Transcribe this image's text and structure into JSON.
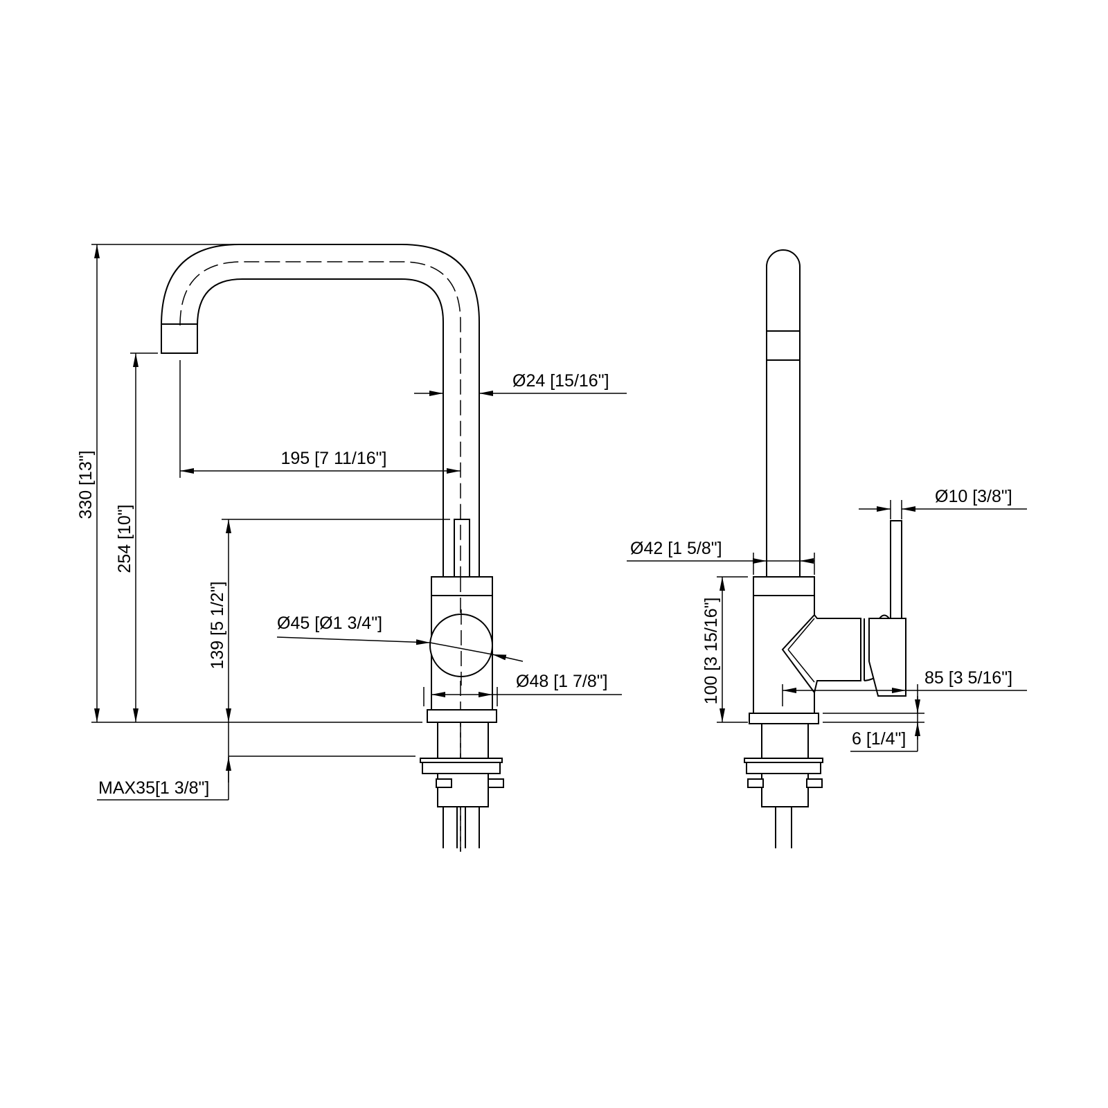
{
  "colors": {
    "line": "#000000",
    "background": "#ffffff"
  },
  "front_view": {
    "dimensions": {
      "total_height": "330 [13\"]",
      "spout_height": "254 [10\"]",
      "handle_height": "139 [5 1/2\"]",
      "max_deck": "MAX35[1 3/8\"]",
      "reach": "195 [7 11/16\"]",
      "spout_diameter": "Ø24 [15/16\"]",
      "handle_diameter": "Ø45 [Ø1 3/4\"]",
      "body_diameter": "Ø48 [1 7/8\"]"
    }
  },
  "side_view": {
    "dimensions": {
      "lever_diameter": "Ø10 [3/8\"]",
      "body_diameter": "Ø42 [1 5/8\"]",
      "body_height": "100 [3 15/16\"]",
      "handle_reach": "85 [3 5/16\"]",
      "flange_thickness": "6 [1/4\"]"
    }
  }
}
